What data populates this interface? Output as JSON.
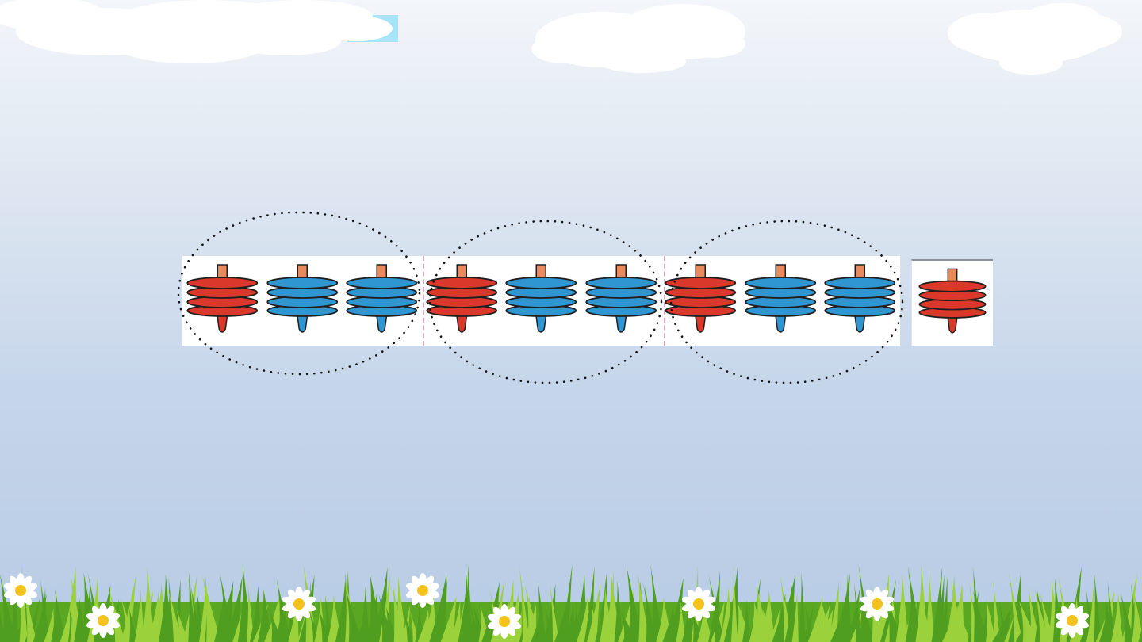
{
  "colors": {
    "red_top": "#d9382a",
    "blue_top": "#2f96d2",
    "handle": "#e8895e",
    "outline": "#1e1e1e",
    "divider": "#d7a7c4",
    "ring_dots": "#111111",
    "cloud": "#ffffff",
    "banner": "#a9e3f7",
    "grass_light": "#9bd13a",
    "grass_dark": "#4f9e1f",
    "flower_petal": "#ffffff",
    "flower_center": "#f4c21c"
  },
  "pattern": {
    "groups": [
      [
        "red",
        "blue",
        "blue"
      ],
      [
        "red",
        "blue",
        "blue"
      ],
      [
        "red",
        "blue",
        "blue"
      ]
    ],
    "remainder": [
      "red"
    ]
  },
  "icons": {
    "spinning_top": "spinning-top-icon",
    "group_ring": "dotted-ring",
    "cloud": "cloud-shape",
    "flower": "daisy-icon"
  }
}
